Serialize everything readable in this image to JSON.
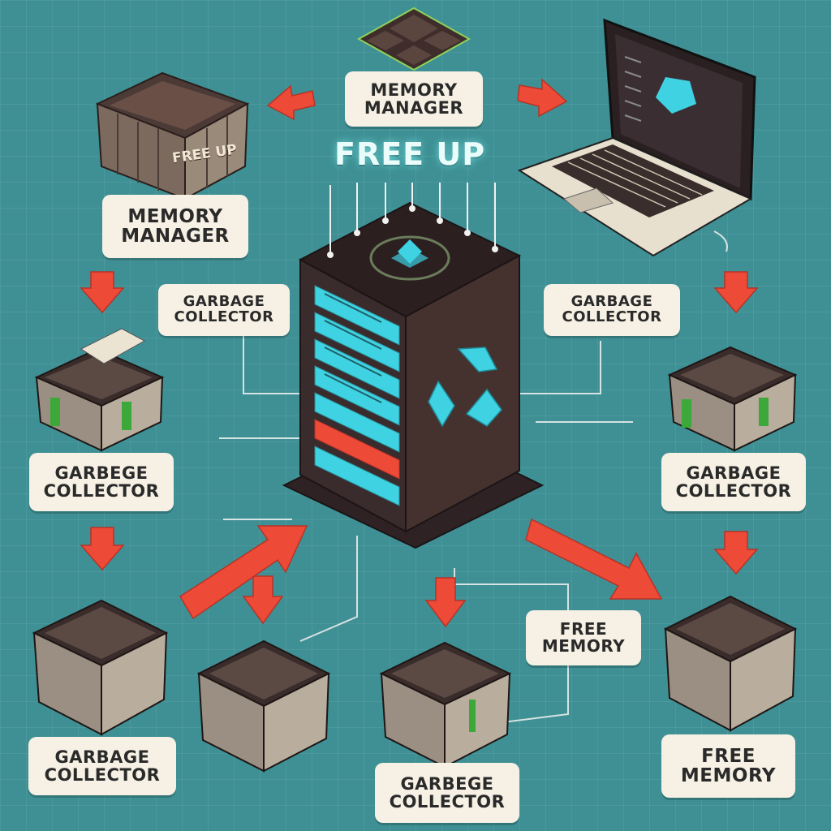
{
  "top_label": "MEMORY\nMANAGER",
  "center_title": "FREE UP",
  "crate_stamp": "FREE UP",
  "labels": {
    "memory_manager_left": "MEMORY\nMANAGER",
    "gc_center_left": "GARBAGE\nCOLLECTOR",
    "gc_center_right": "GARBAGE\nCOLLECTOR",
    "gc_left_mid": "GARBEGE\nCOLLECTOR",
    "gc_right_mid": "GARBAGE\nCOLLECTOR",
    "free_memory_center": "FREE\nMEMORY",
    "gc_bottom_left": "GARBAGE\nCOLLECTOR",
    "gc_bottom_center": "GARBEGE\nCOLLECTOR",
    "free_memory_bottom_right": "FREE\nMEMORY"
  },
  "colors": {
    "background": "#3e9094",
    "arrow": "#ee4a38",
    "label_bg": "#f6f1e4",
    "server_body": "#3a2b2c",
    "accent_cyan": "#3fd2e2"
  }
}
